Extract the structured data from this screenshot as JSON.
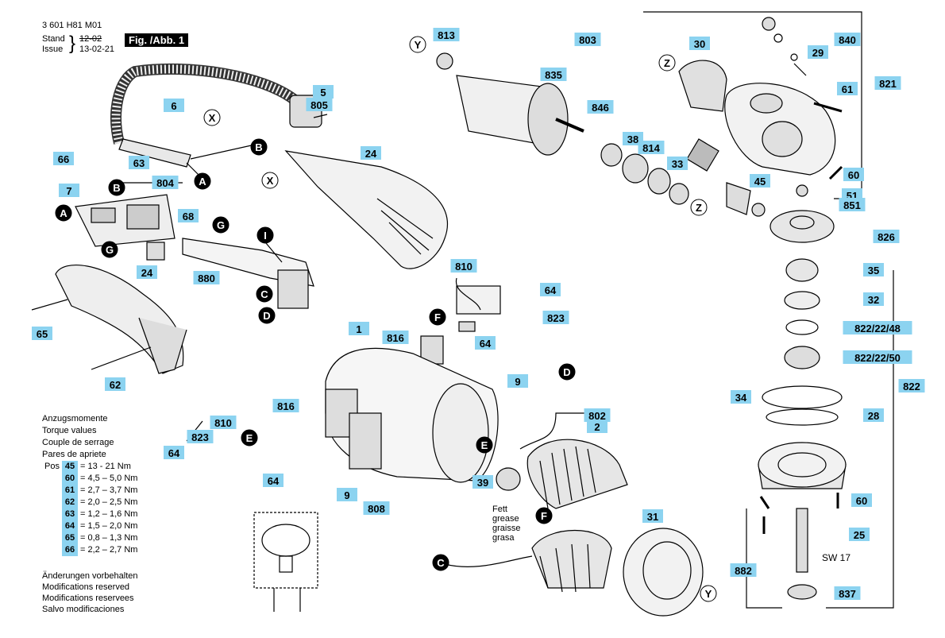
{
  "header": {
    "doc_number": "3 601 H81 M01",
    "stand_label": "Stand",
    "issue_label": "Issue",
    "stand_date": "12-02",
    "issue_date": "13-02-21",
    "fig_label": "Fig. /Abb. 1"
  },
  "colors": {
    "label_bg": "#8cd3f0",
    "line": "#000000"
  },
  "part_labels": [
    "813",
    "803",
    "30",
    "840",
    "29",
    "821",
    "61",
    "835",
    "846",
    "38",
    "814",
    "33",
    "60",
    "51",
    "851",
    "45",
    "826",
    "5",
    "805",
    "6",
    "24",
    "66",
    "63",
    "804",
    "7",
    "68",
    "880",
    "810",
    "816",
    "823",
    "64",
    "9",
    "1",
    "802",
    "2",
    "39",
    "808",
    "31",
    "25",
    "882",
    "837",
    "35",
    "32",
    "822/22/48",
    "822/22/50",
    "34",
    "28",
    "822",
    "65",
    "62"
  ],
  "connectors": [
    "X",
    "B",
    "A",
    "G",
    "I",
    "C",
    "D",
    "E",
    "F",
    "Y",
    "Z"
  ],
  "grease_note": [
    "Fett",
    "grease",
    "graisse",
    "grasa"
  ],
  "wrench_size": "SW 17",
  "torque": {
    "headings": [
      "Anzugsmomente",
      "Torque values",
      "Couple de serrage",
      "Pares de apriete"
    ],
    "pos_label": "Pos",
    "rows": [
      {
        "pos": "45",
        "value": "=  13  - 21 Nm"
      },
      {
        "pos": "60",
        "value": "=  4,5 – 5,0 Nm"
      },
      {
        "pos": "61",
        "value": "=  2,7 – 3,7 Nm"
      },
      {
        "pos": "62",
        "value": "=  2,0 – 2,5 Nm"
      },
      {
        "pos": "63",
        "value": "=  1,2 – 1,6 Nm"
      },
      {
        "pos": "64",
        "value": "=  1,5 – 2,0 Nm"
      },
      {
        "pos": "65",
        "value": "=  0,8 – 1,3 Nm"
      },
      {
        "pos": "66",
        "value": "=  2,2 – 2,7 Nm"
      }
    ]
  },
  "modifications": [
    "Änderungen vorbehalten",
    "Modifications reserved",
    "Modifications reservees",
    "Salvo modificaciones"
  ]
}
